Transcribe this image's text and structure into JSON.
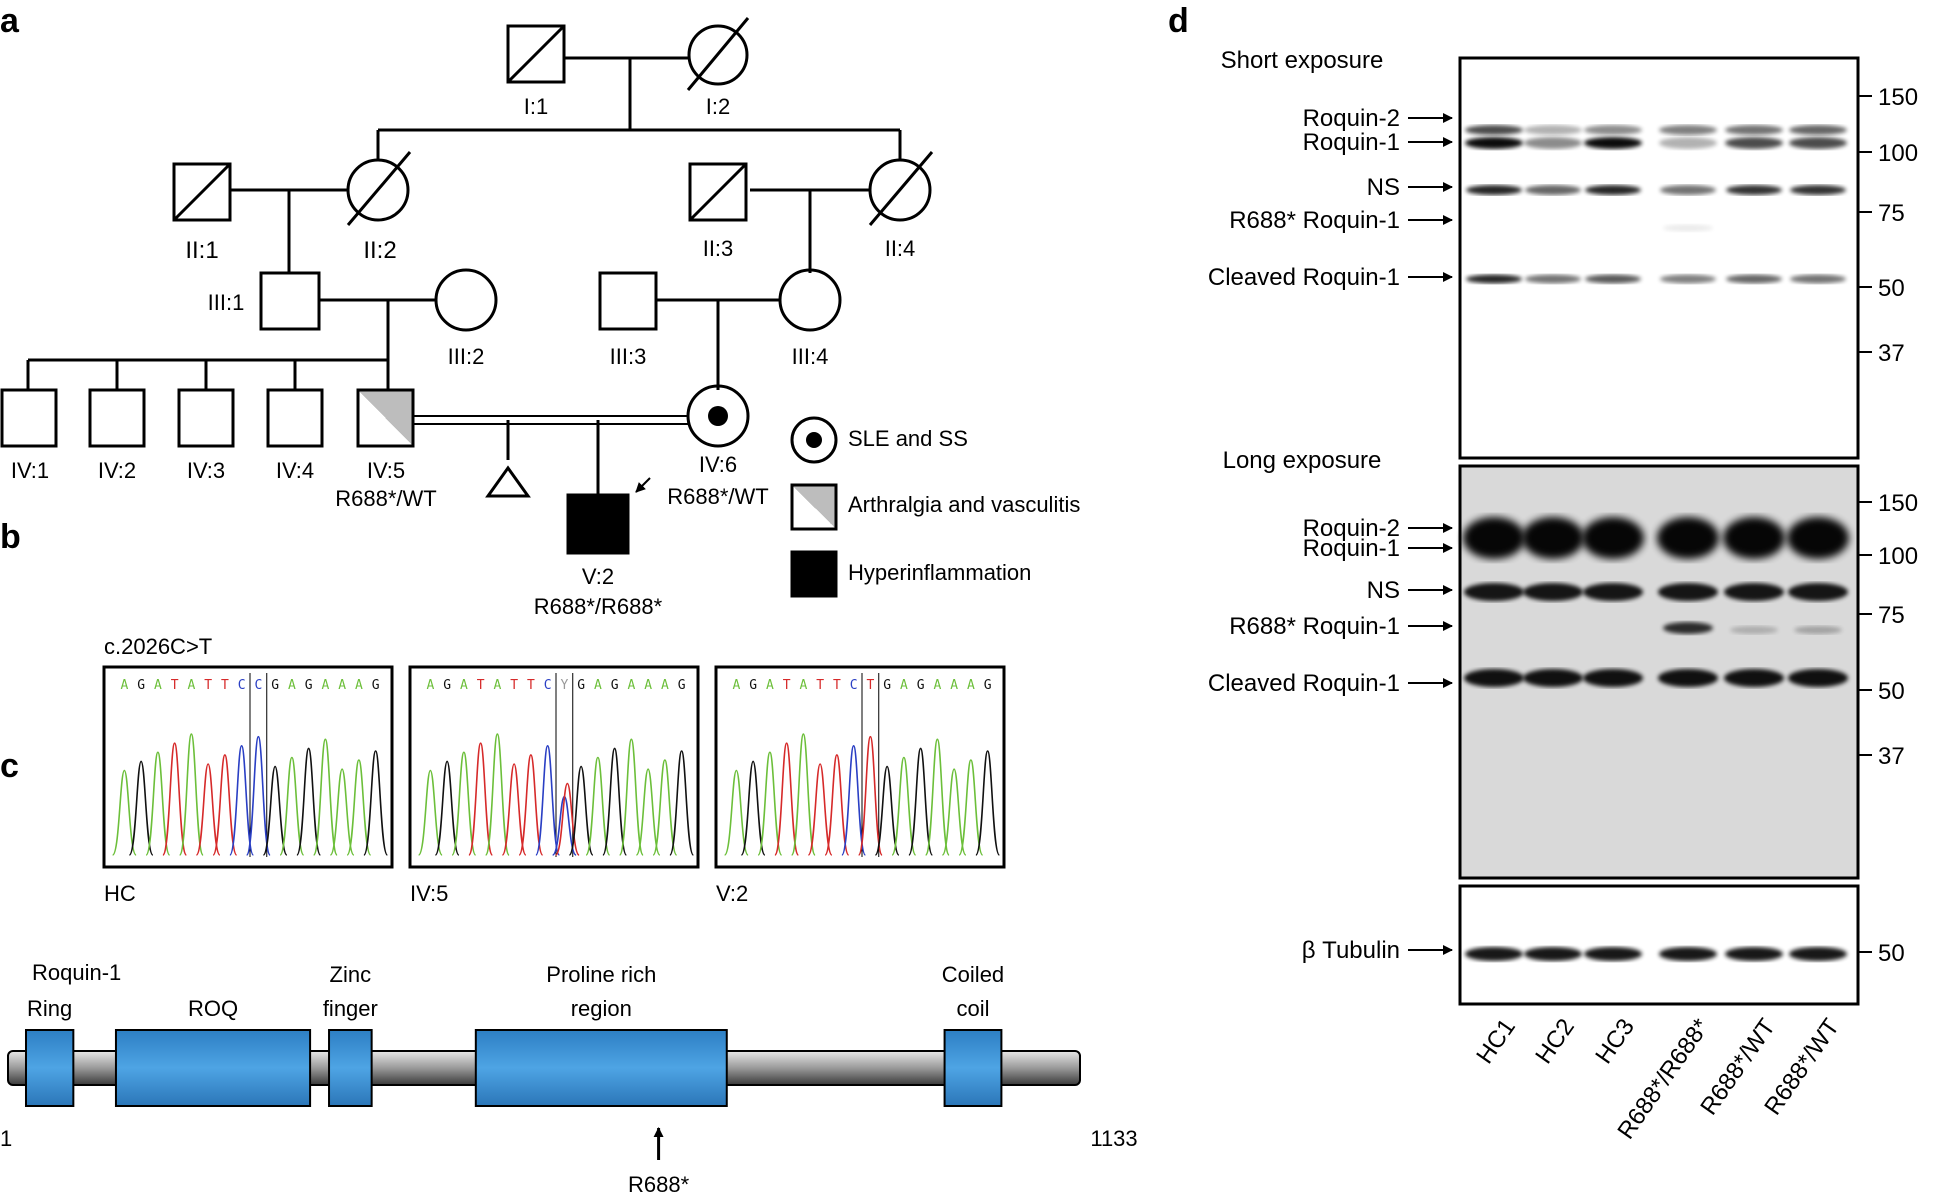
{
  "panels": {
    "a": "a",
    "b": "b",
    "c": "c",
    "d": "d"
  },
  "pedigree": {
    "individuals": [
      {
        "id": "I:1",
        "label": "I:1",
        "sex": "male",
        "status": "deceased"
      },
      {
        "id": "I:2",
        "label": "I:2",
        "sex": "female",
        "status": "deceased"
      },
      {
        "id": "II:1",
        "label": "II:1",
        "sex": "male",
        "status": "deceased"
      },
      {
        "id": "II:2",
        "label": "II:2",
        "sex": "female",
        "status": "deceased"
      },
      {
        "id": "II:3",
        "label": "II:3",
        "sex": "male",
        "status": "deceased"
      },
      {
        "id": "II:4",
        "label": "II:4",
        "sex": "female",
        "status": "deceased"
      },
      {
        "id": "III:1",
        "label": "III:1",
        "sex": "male",
        "status": "unaffected"
      },
      {
        "id": "III:2",
        "label": "III:2",
        "sex": "female",
        "status": "unaffected"
      },
      {
        "id": "III:3",
        "label": "III:3",
        "sex": "male",
        "status": "unaffected"
      },
      {
        "id": "III:4",
        "label": "III:4",
        "sex": "female",
        "status": "unaffected"
      },
      {
        "id": "IV:1",
        "label": "IV:1",
        "sex": "male",
        "status": "unaffected"
      },
      {
        "id": "IV:2",
        "label": "IV:2",
        "sex": "male",
        "status": "unaffected"
      },
      {
        "id": "IV:3",
        "label": "IV:3",
        "sex": "male",
        "status": "unaffected"
      },
      {
        "id": "IV:4",
        "label": "IV:4",
        "sex": "male",
        "status": "unaffected"
      },
      {
        "id": "IV:5",
        "label": "IV:5",
        "sex": "male",
        "status": "arthralgia-vasculitis",
        "genotype": "R688*/WT"
      },
      {
        "id": "IV:6",
        "label": "IV:6",
        "sex": "female",
        "status": "sle-ss",
        "genotype": "R688*/WT"
      },
      {
        "id": "V:2",
        "label": "V:2",
        "sex": "male",
        "status": "hyperinflammation",
        "genotype": "R688*/R688*",
        "proband": true
      },
      {
        "id": "V:1",
        "label": "",
        "sex": "miscarriage",
        "status": "unaffected"
      }
    ],
    "legend": [
      {
        "symbol": "circle-dot",
        "label": "SLE and SS"
      },
      {
        "symbol": "half-grey",
        "label": "Arthralgia and vasculitis"
      },
      {
        "symbol": "black-square",
        "label": "Hyperinflammation"
      }
    ]
  },
  "sequencing": {
    "mutation": "c.2026C>T",
    "traces": [
      {
        "label": "HC",
        "sequence": "AGATATTCCGAGAAAG",
        "call": "C"
      },
      {
        "label": "IV:5",
        "sequence": "AGATATTCYGAGAAAG",
        "call": "Y"
      },
      {
        "label": "V:2",
        "sequence": "AGATATTCTGAGAAAG",
        "call": "T"
      }
    ],
    "base_colors": {
      "A": "#6cbf3a",
      "G": "#111111",
      "T": "#d62a2a",
      "C": "#2a3fc4",
      "Y": "#999999"
    }
  },
  "domains": {
    "protein": "Roquin-1",
    "start": "1",
    "end": "1133",
    "length": 1133,
    "items": [
      {
        "name": "Ring",
        "label_lines": [
          "Ring"
        ],
        "from": 20,
        "to": 70
      },
      {
        "name": "ROQ",
        "label_lines": [
          "ROQ"
        ],
        "from": 115,
        "to": 320
      },
      {
        "name": "Zinc finger",
        "label_lines": [
          "Zinc",
          "finger"
        ],
        "from": 340,
        "to": 385
      },
      {
        "name": "Proline rich region",
        "label_lines": [
          "Proline rich",
          "region"
        ],
        "from": 495,
        "to": 760
      },
      {
        "name": "Coiled coil",
        "label_lines": [
          "Coiled",
          "coil"
        ],
        "from": 990,
        "to": 1050
      }
    ],
    "mutation": {
      "label": "R688*",
      "position": 688
    },
    "colors": {
      "domain": "#3b8fd3",
      "backbone": "#9a9a9a"
    }
  },
  "western": {
    "short_exposure": {
      "title": "Short exposure",
      "bands": [
        "Roquin-2",
        "Roquin-1",
        "NS",
        "R688* Roquin-1",
        "Cleaved Roquin-1"
      ],
      "mw_markers": [
        "150",
        "100",
        "75",
        "50",
        "37"
      ]
    },
    "long_exposure": {
      "title": "Long exposure",
      "bands": [
        "Roquin-2",
        "Roquin-1",
        "NS",
        "R688* Roquin-1",
        "Cleaved Roquin-1"
      ],
      "mw_markers": [
        "150",
        "100",
        "75",
        "50",
        "37"
      ]
    },
    "tubulin": {
      "band": "β Tubulin",
      "mw_markers": [
        "50"
      ]
    },
    "lanes": [
      "HC1",
      "HC2",
      "HC3",
      "R688*/R688*",
      "R688*/WT",
      "R688*/WT"
    ]
  }
}
